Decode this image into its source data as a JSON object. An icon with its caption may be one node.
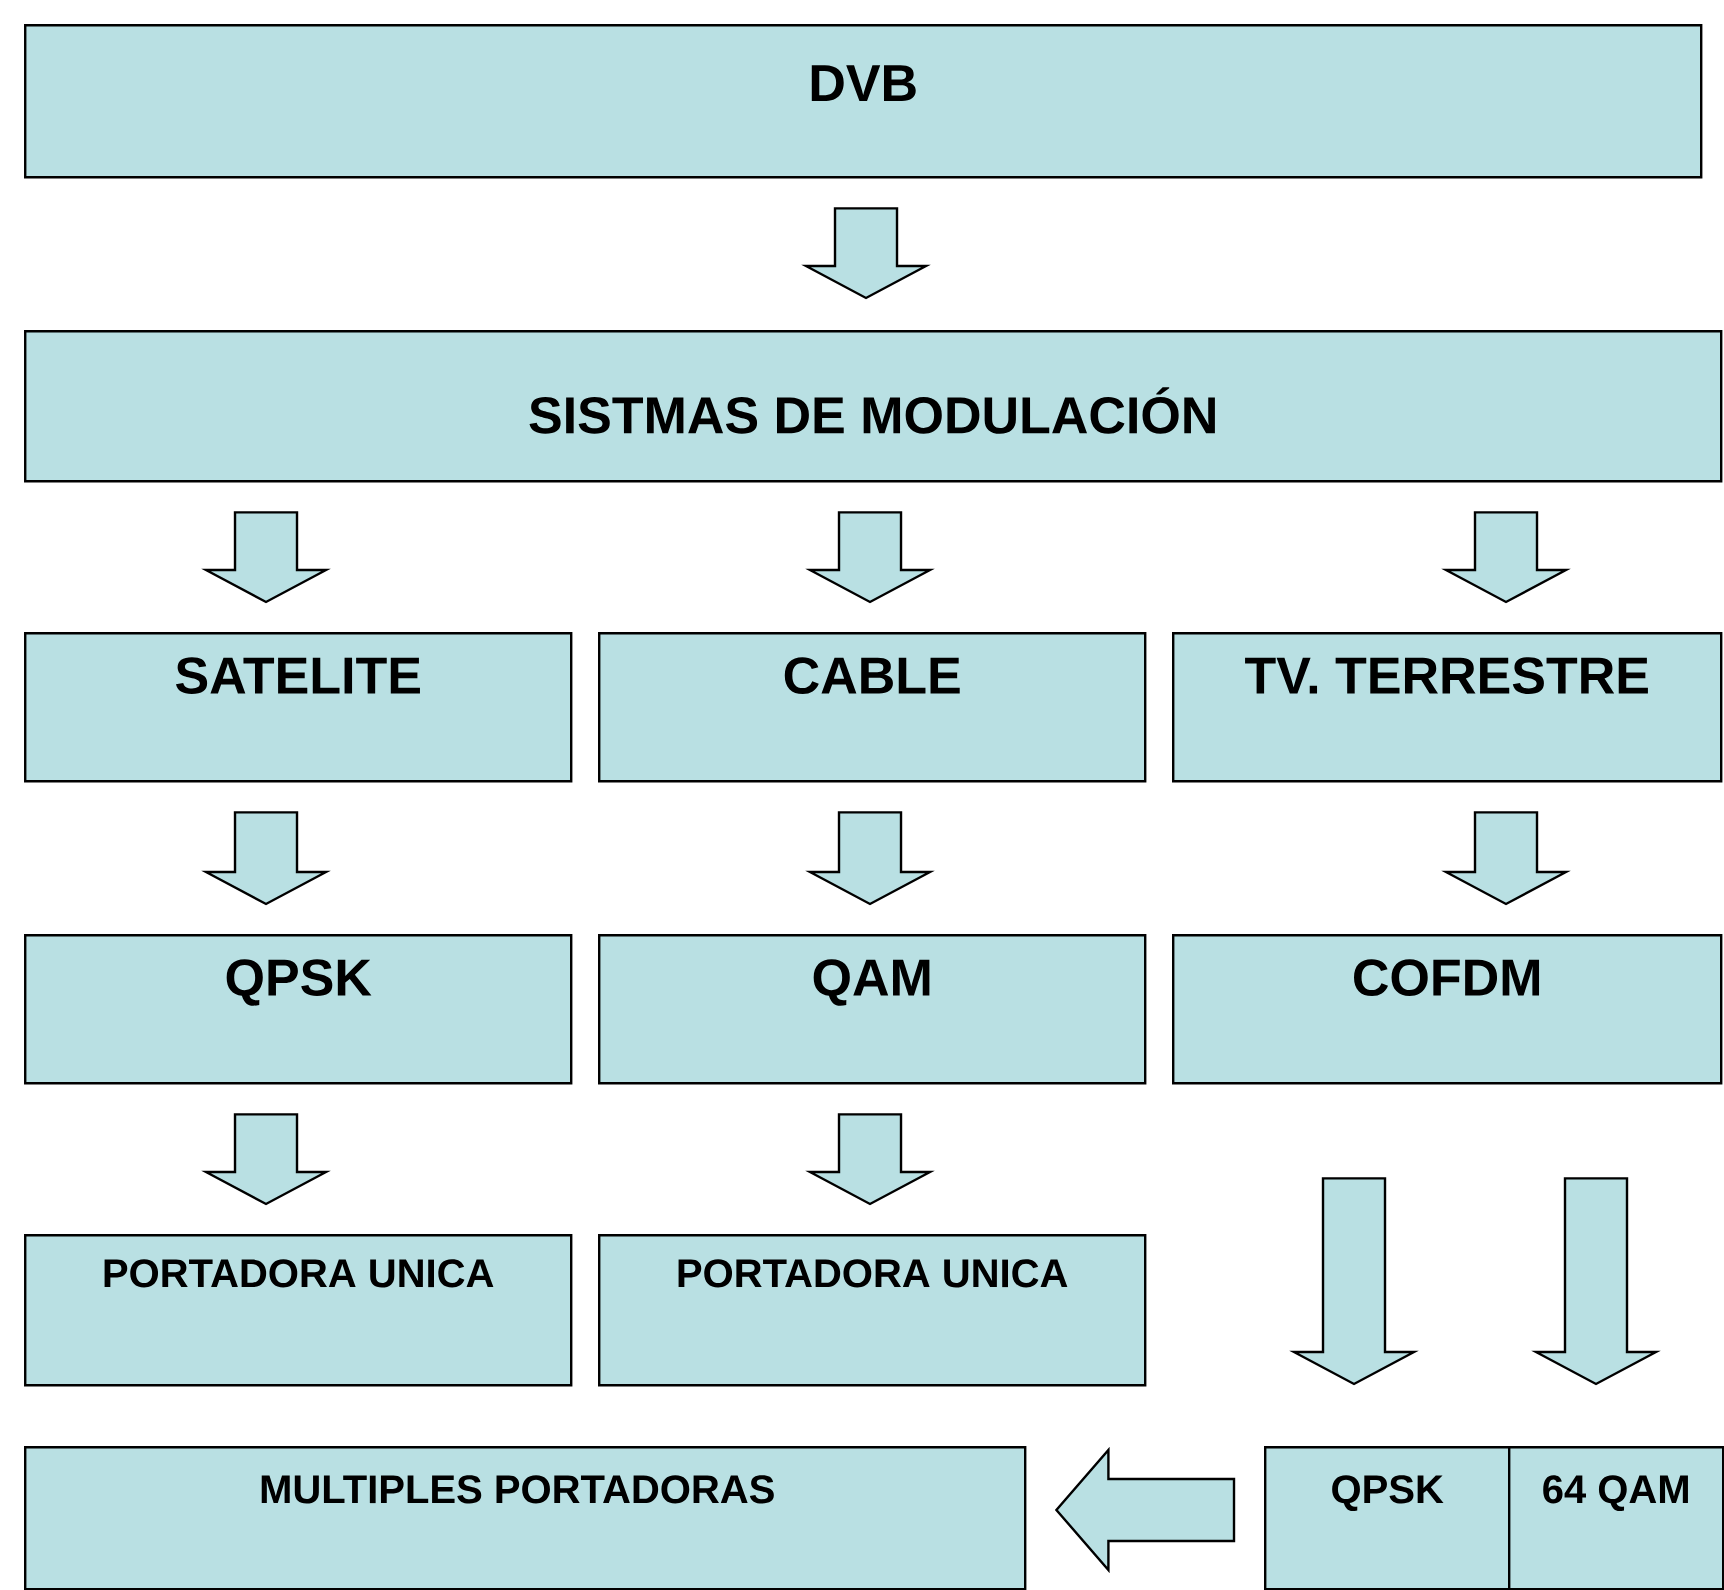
{
  "diagram": {
    "nodes": [
      {
        "text": [
          "DVB"
        ]
      },
      {
        "text": [
          "SISTMAS DE MODULACIÓN"
        ]
      },
      {
        "text": [
          "SATELITE"
        ]
      },
      {
        "text": [
          "CABLE"
        ]
      },
      {
        "text": [
          "TV. TERRESTRE"
        ]
      },
      {
        "text": [
          "QPSK"
        ]
      },
      {
        "text": [
          "QAM"
        ]
      },
      {
        "text": [
          "COFDM"
        ]
      },
      {
        "text": [
          "PORTADORA UNICA"
        ]
      },
      {
        "text": [
          "PORTADORA UNICA"
        ]
      },
      {
        "text": [
          "MULTIPLES PORTADORAS"
        ]
      },
      {
        "text": [
          "QPSK"
        ]
      },
      {
        "text": [
          "64 QAM"
        ]
      }
    ],
    "edges": [
      {
        "from": 0,
        "to": 1,
        "arrow": "to"
      },
      {
        "from": 1,
        "to": 2,
        "arrow": "to"
      },
      {
        "from": 1,
        "to": 3,
        "arrow": "to"
      },
      {
        "from": 1,
        "to": 4,
        "arrow": "to"
      },
      {
        "from": 2,
        "to": 5,
        "arrow": "to"
      },
      {
        "from": 3,
        "to": 6,
        "arrow": "to"
      },
      {
        "from": 4,
        "to": 7,
        "arrow": "to"
      },
      {
        "from": 5,
        "to": 8,
        "arrow": "to"
      },
      {
        "from": 6,
        "to": 9,
        "arrow": "to"
      },
      {
        "from": 7,
        "to": 11,
        "arrow": "to"
      },
      {
        "from": 7,
        "to": 12,
        "arrow": "to"
      },
      {
        "from": 11,
        "to": 10,
        "arrow": "to"
      }
    ]
  }
}
